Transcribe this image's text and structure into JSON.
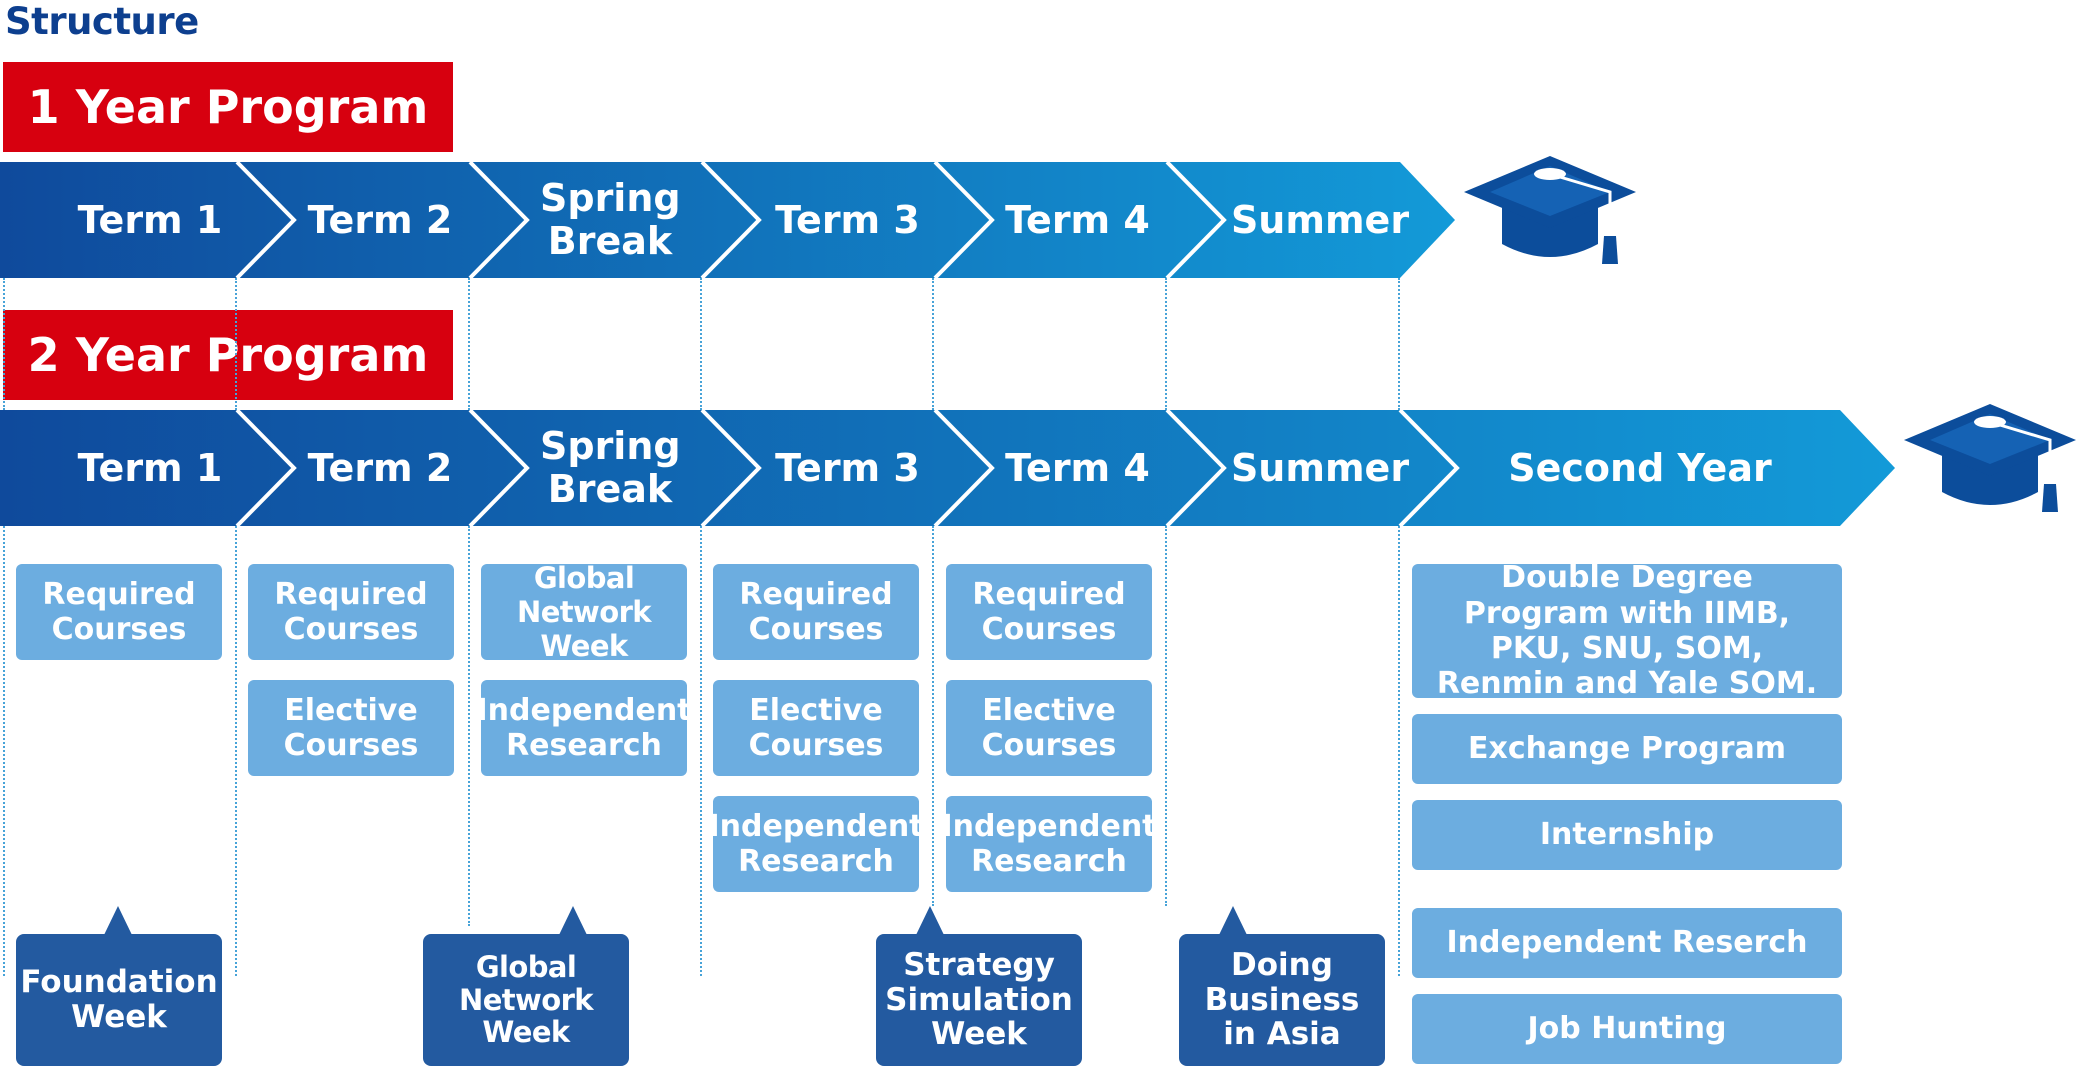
{
  "title": "Structure",
  "one_year": {
    "label": "1 Year Program",
    "segments": [
      "Term 1",
      "Term 2",
      "Spring Break",
      "Term 3",
      "Term 4",
      "Summer"
    ]
  },
  "two_year": {
    "label": "2 Year Program",
    "segments": [
      "Term 1",
      "Term 2",
      "Spring Break",
      "Term 3",
      "Term 4",
      "Summer",
      "Second Year"
    ]
  },
  "boxes": {
    "term1": [
      "Required Courses"
    ],
    "term2": [
      "Required Courses",
      "Elective Courses"
    ],
    "spring": [
      "Global Network Week",
      "Independent Research"
    ],
    "term3": [
      "Required Courses",
      "Elective Courses",
      "Independent Research"
    ],
    "term4": [
      "Required Courses",
      "Elective Courses",
      "Independent Research"
    ],
    "second_year": [
      "Double Degree Program with IIMB, PKU, SNU, SOM, Renmin and Yale SOM.",
      "Exchange Program",
      "Internship",
      "Independent Reserch",
      "Job Hunting"
    ]
  },
  "callouts": [
    "Foundation Week",
    "Global Network Week",
    "Strategy Simulation Week",
    "Doing Business in Asia"
  ],
  "icons": {
    "graduation": "graduation-cap-icon"
  },
  "colors": {
    "program_label": "#d7000f",
    "band_start": "#0f4a9c",
    "band_end": "#139ad8",
    "box": "#6cade0",
    "callout": "#235aa0",
    "cap": "#0c4d9b",
    "heading": "#0d3f8f"
  }
}
